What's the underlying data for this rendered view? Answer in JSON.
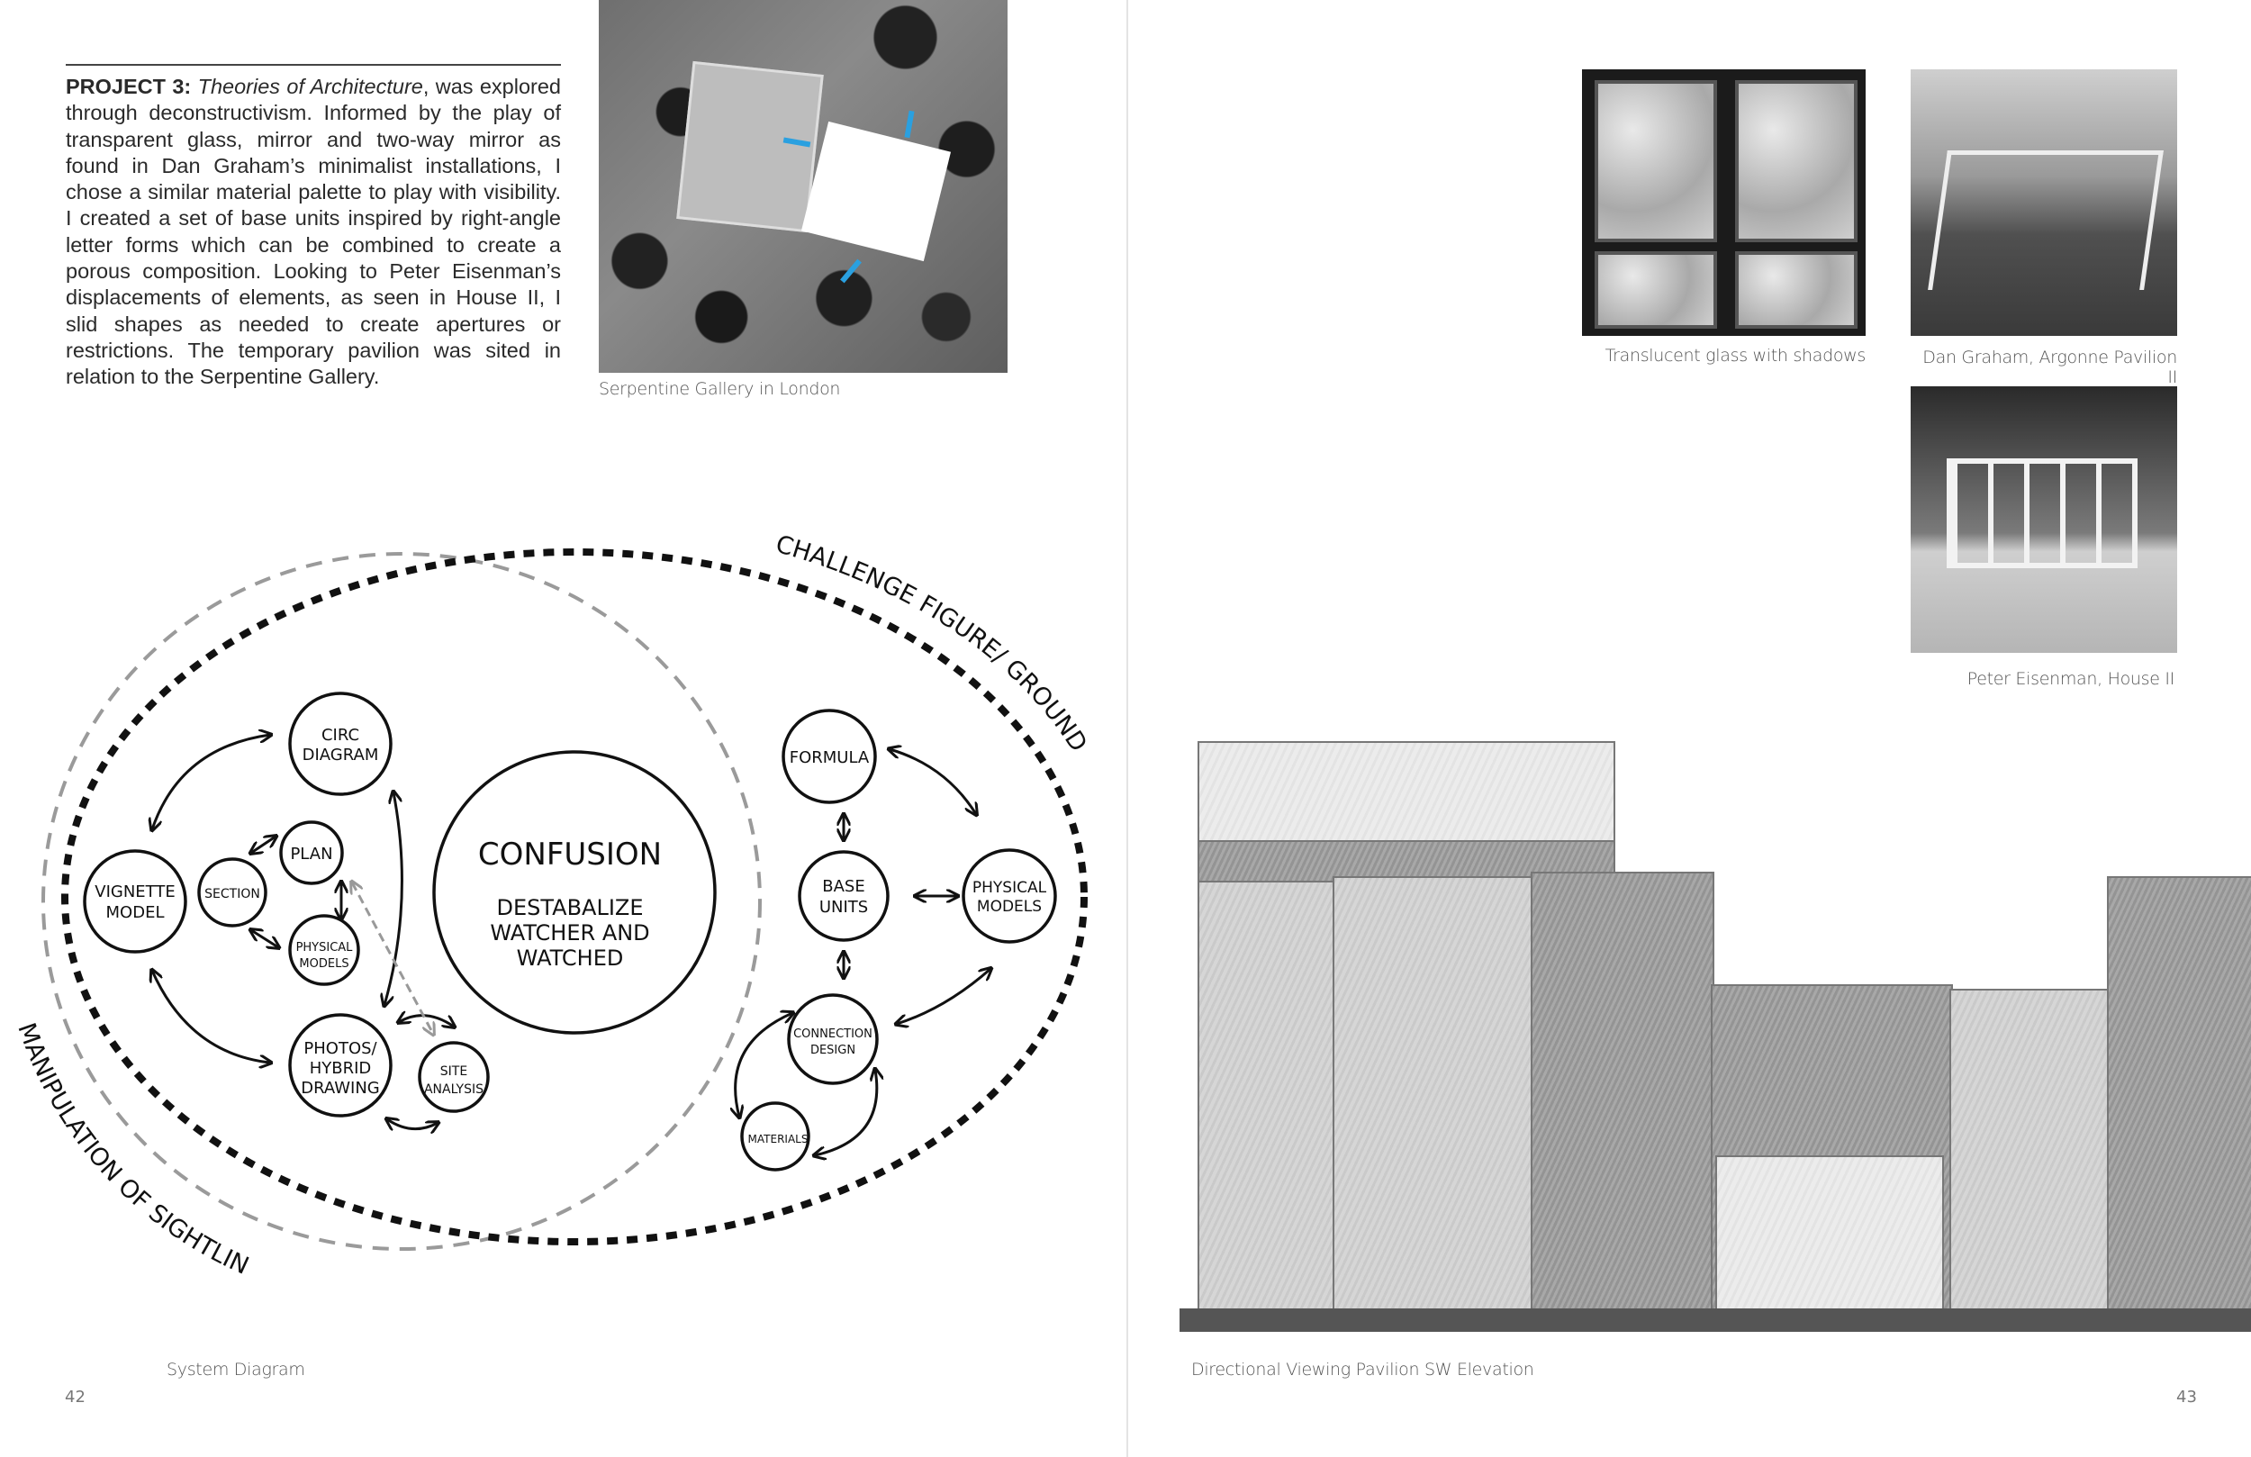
{
  "left_page": {
    "intro": {
      "project_label": "PROJECT 3:",
      "project_title": "Theories of Architecture",
      "body": ", was explored through deconstructivism. Informed by the play of transparent glass, mirror and two-way mirror as found in Dan Graham’s minimalist installations, I chose a similar material palette to play with visibility. I created a set of base units inspired by right-angle letter forms which can be combined to create a porous composition. Looking to Peter Eisenman’s displacements of elements, as seen in House II, I slid shapes as needed to create apertures or restrictions. The temporary pavilion was sited in relation to the Serpentine Gallery."
    },
    "aerial_caption": "Serpentine Gallery in London",
    "diagram": {
      "outer_label_top": "CHALLENGE FIGURE/ GROUND",
      "outer_label_bottom": "MANIPULATION OF SIGHTLINES",
      "nodes": {
        "circ": [
          "CIRC",
          "DIAGRAM"
        ],
        "plan": [
          "PLAN"
        ],
        "section": [
          "SECTION"
        ],
        "vignette": [
          "VIGNETTE",
          "MODEL"
        ],
        "physical_left": [
          "PHYSICAL",
          "MODELS"
        ],
        "photos": [
          "PHOTOS/",
          "HYBRID",
          "DRAWING"
        ],
        "site": [
          "SITE",
          "ANALYSIS"
        ],
        "confusion_title": "CONFUSION",
        "confusion_sub": [
          "DESTABALIZE",
          "WATCHER AND",
          "WATCHED"
        ],
        "formula": [
          "FORMULA"
        ],
        "base": [
          "BASE",
          "UNITS"
        ],
        "physical_right": [
          "PHYSICAL",
          "MODELS"
        ],
        "connection": [
          "CONNECTION",
          "DESIGN"
        ],
        "materials": [
          "MATERIALS"
        ]
      }
    },
    "diagram_caption": "System Diagram",
    "page_number": "42"
  },
  "right_page": {
    "photo_captions": {
      "window": "Translucent glass with shadows",
      "argonne": "Dan Graham, Argonne Pavilion II",
      "house2": "Peter Eisenman, House II"
    },
    "elevation_caption": "Directional Viewing Pavilion SW Elevation",
    "page_number": "43"
  },
  "colors": {
    "arrow_blue": "#2aa0e0",
    "gray_dash": "#9a9a9a",
    "black_dash": "#111111"
  }
}
